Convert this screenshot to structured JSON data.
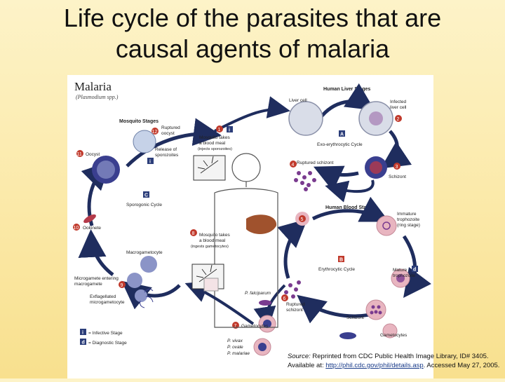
{
  "slide": {
    "title_line1": "Life cycle of the parasites that are",
    "title_line2": "causal agents of malaria"
  },
  "diagram": {
    "heading": "Malaria",
    "subheading": "(Plasmodium spp.)",
    "human_liver_stages": "Human Liver Stages",
    "liver_cell": "Liver cell",
    "infected_liver_cell_1": "Infected",
    "infected_liver_cell_2": "liver cell",
    "exo_cycle": "Exo-erythrocytic Cycle",
    "ruptured_schizont_liver": "Ruptured schizont",
    "schizont_liver": "Schizont",
    "human_blood_stages": "Human Blood Stages",
    "immature_troph_1": "Immature",
    "immature_troph_2": "trophozoite",
    "immature_troph_3": "(ring stage)",
    "erythrocytic_cycle": "Erythrocytic Cycle",
    "mature_troph_1": "Mature",
    "mature_troph_2": "trophozoite",
    "ruptured_schizont_blood_1": "Ruptured",
    "ruptured_schizont_blood_2": "schizont",
    "schizont_blood": "Schizont",
    "gametocytes_1": "Gametocytes",
    "gametocytes_2": "Gametocytes",
    "p_falciparum": "P. falciparum",
    "p_vivax": "P. vivax",
    "p_ovale": "P. ovale",
    "p_malariae": "P. malariae",
    "mosquito_stages": "Mosquito Stages",
    "ruptured_oocyst_1": "Ruptured",
    "ruptured_oocyst_2": "oocyst",
    "mosquito_takes_1": "Mosquito takes",
    "mosquito_takes_2": "a blood meal",
    "mosquito_takes_3": "(injects sporozoites)",
    "release_sporo_1": "Release of",
    "release_sporo_2": "sporozoites",
    "oocyst": "Oocyst",
    "sporogonic_cycle": "Sporogonic Cycle",
    "ookinete": "Ookinete",
    "mosquito_takes_b1": "Mosquito takes",
    "mosquito_takes_b2": "a blood meal",
    "mosquito_takes_b3": "(ingests gametocytes)",
    "macrogametocyte": "Macrogametocyte",
    "microgamete_1": "Microgamete entering",
    "microgamete_2": "macrogamete",
    "exflagellated_1": "Exflagellated",
    "exflagellated_2": "microgametocyte",
    "legend_infective": "= Infective Stage",
    "legend_diagnostic": "= Diagnostic Stage",
    "stage_num_1": "1",
    "stage_num_2": "2",
    "stage_num_3": "3",
    "stage_num_4": "4",
    "stage_num_5": "5",
    "stage_num_6": "6",
    "stage_num_7": "7",
    "stage_num_8": "8",
    "stage_num_9": "9",
    "stage_num_10": "10",
    "stage_num_11": "11",
    "stage_num_12": "12",
    "letter_a": "A",
    "letter_b": "B",
    "letter_c": "C",
    "letter_i": "i",
    "letter_d": "d"
  },
  "caption": {
    "source_label": "Source:",
    "source_text": " Reprinted from CDC Public Health Image Library, ID# 3405. Available at: ",
    "url": "http://phil.cdc.gov/phil/details.asp",
    "accessed": ". Accessed May 27, 2005."
  },
  "colors": {
    "arrow": "#1f2d5e",
    "number_badge": "#c0392b",
    "letter_badge": "#2c3e7a",
    "parasite": "#7a3b8f",
    "rbc": "#e8b5c0",
    "title": "#111111"
  }
}
